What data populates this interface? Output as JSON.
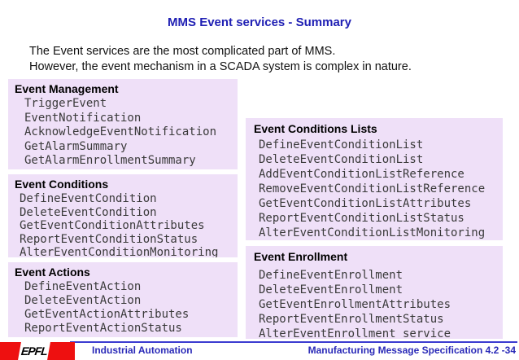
{
  "slide": {
    "title": "MMS Event services - Summary",
    "intro_lines": [
      "The Event services are the most complicated part of MMS.",
      "However, the event mechanism in a SCADA system is complex in nature."
    ]
  },
  "groups": [
    {
      "title": "Event Management",
      "items": [
        "TriggerEvent",
        "EventNotification",
        "AcknowledgeEventNotification",
        "GetAlarmSummary",
        "GetAlarmEnrollmentSummary"
      ]
    },
    {
      "title": "Event Conditions",
      "items": [
        "DefineEventCondition",
        "DeleteEventCondition",
        "GetEventConditionAttributes",
        "ReportEventConditionStatus",
        "AlterEventConditionMonitoring"
      ]
    },
    {
      "title": "Event Actions",
      "items": [
        "DefineEventAction",
        "DeleteEventAction",
        "GetEventActionAttributes",
        "ReportEventActionStatus"
      ]
    },
    {
      "title": "Event Conditions Lists",
      "items": [
        "DefineEventConditionList",
        "DeleteEventConditionList",
        "AddEventConditionListReference",
        "RemoveEventConditionListReference",
        "GetEventConditionListAttributes",
        "ReportEventConditionListStatus",
        "AlterEventConditionListMonitoring"
      ]
    },
    {
      "title": "Event Enrollment",
      "items": [
        "DefineEventEnrollment",
        "DeleteEventEnrollment",
        "GetEventEnrollmentAttributes",
        "ReportEventEnrollmentStatus",
        "AlterEventEnrollment service"
      ]
    }
  ],
  "footer": {
    "logo_text": "EPFL",
    "left_label": "Industrial Automation",
    "right_label": "Manufacturing Message Specification 4.2 -34"
  },
  "colors": {
    "accent_blue": "#2020b4",
    "box_background": "#efe0f8",
    "logo_red": "#ee1010",
    "footer_blue": "#2a2ab8"
  }
}
